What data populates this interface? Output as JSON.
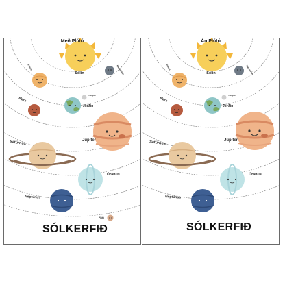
{
  "left_panel": {
    "header": "Með Plútó",
    "title": "SÓLKERFIÐ",
    "labels": {
      "sun": "Sólin",
      "mercury": "Merkúríus",
      "venus": "Venus",
      "earth": "Jörðin",
      "moon": "Tunglið",
      "mars": "Mars",
      "jupiter": "Júpíter",
      "saturn": "Satúrnus",
      "uranus": "Úranus",
      "neptune": "Neptúnus",
      "pluto": "Plútó"
    }
  },
  "right_panel": {
    "header": "Án Plútó",
    "title": "SÓLKERFIÐ",
    "labels": {
      "sun": "Sólin",
      "mercury": "Merkúríus",
      "venus": "Venus",
      "earth": "Jörðin",
      "moon": "Tunglið",
      "mars": "Mars",
      "jupiter": "Júpíter",
      "saturn": "Satúrnus",
      "uranus": "Úranus",
      "neptune": "Neptúnus"
    }
  },
  "colors": {
    "sun": "#f7cf5a",
    "sun_rays": "#f3b73a",
    "mercury": "#6f7a86",
    "venus": "#efb36a",
    "earth": "#8fc6c7",
    "earth_land": "#79a85c",
    "moon": "#cfcfcf",
    "mars": "#b65b3f",
    "jupiter": "#f0b48a",
    "jupiter_band": "#d98a62",
    "saturn": "#e9c9a0",
    "saturn_ring": "#8a6a52",
    "uranus": "#bfe3e6",
    "neptune": "#3e5f93",
    "pluto": "#d7a98a",
    "orbit": "#7a7a7a"
  }
}
